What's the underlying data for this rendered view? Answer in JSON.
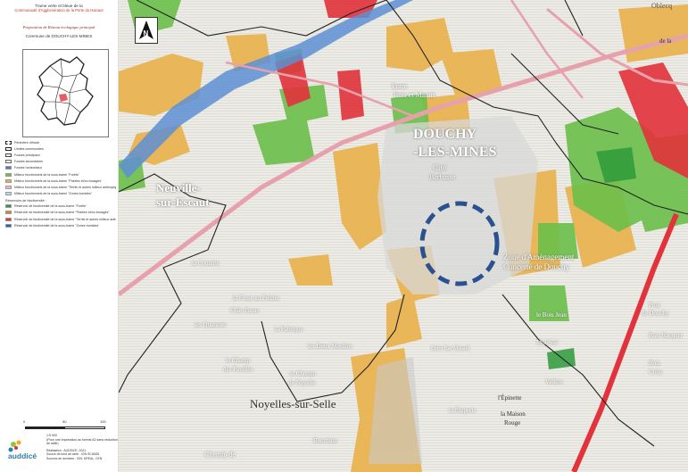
{
  "sidebar": {
    "title_lines": [
      "Trame verte et bleue de la",
      "Communauté d'Agglomération de la Porte du Hainaut"
    ],
    "proposition": "Proposition de Réseau écologique principal",
    "commune": "Commune de DOUCHY-LES-MINES",
    "legend": {
      "items": [
        {
          "label": "Périmètre d'étude",
          "color": "#ffffff",
          "icon": "outline-swatch"
        },
        {
          "label": "Limites communales",
          "color": "#ffffff",
          "icon": "outline-swatch"
        },
        {
          "label": "Fossés principaux",
          "color": "#ffffff",
          "icon": "outline-swatch"
        },
        {
          "label": "Fossés secondaires",
          "color": "#ffffff",
          "icon": "outline-swatch"
        },
        {
          "label": "Fossés horizontaux",
          "color": "#4a7dc9",
          "icon": "water-swatch"
        },
        {
          "label": "Milieux fonctionnels de la sous-trame \"Forêts\"",
          "color": "#6cbf4a",
          "icon": "fill-swatch"
        },
        {
          "label": "Milieux fonctionnels de la sous-trame \"Prairies et/ou bocages\"",
          "color": "#e9b14a",
          "icon": "fill-swatch"
        },
        {
          "label": "Milieux fonctionnels de la sous-trame \"Terrils et autres milieux anthropiques\"",
          "color": "#f4b8c0",
          "icon": "fill-swatch"
        },
        {
          "label": "Milieux fonctionnels de la sous-trame \"Zones humides\"",
          "color": "#b9d7ee",
          "icon": "fill-swatch"
        }
      ],
      "heading": "Réservoirs de biodiversité :",
      "items2": [
        {
          "label": "Réservoir de biodiversité de la sous-trame \"Forêts\"",
          "color": "#2e9a3a",
          "icon": "fill-swatch"
        },
        {
          "label": "Réservoir de biodiversité de la sous-trame \"Prairies et/ou bocages\"",
          "color": "#cf8a1e",
          "icon": "fill-swatch"
        },
        {
          "label": "Réservoir de biodiversité de la sous-trame \"Terrils et autres milieux anthropiques\"",
          "color": "#e2323b",
          "icon": "fill-swatch"
        },
        {
          "label": "Réservoir de biodiversité de la sous-trame \"Zones humides\"",
          "color": "#2664b5",
          "icon": "fill-swatch"
        }
      ]
    },
    "scale": {
      "zero": "0",
      "mid": "50",
      "end": "100",
      "ratio": "1:5 000",
      "note": "(Pour une impression au format A3 sans réduction de taille)"
    },
    "logo": {
      "text": "auddicé",
      "icon": "auddice-logo"
    },
    "credits": [
      "Réalisation : AUDDICE, 2021",
      "Source de fond de carte : IGN SCAN25",
      "Sources de données : IGN, DREAL, CEN"
    ]
  },
  "map": {
    "north_label": "N",
    "top_right_label": "Oblecq",
    "edge_label": "de la",
    "colors": {
      "forest": "#6cbf4a",
      "forest_dark": "#2e9a3a",
      "meadow": "#e9b14a",
      "anthro": "#e2323b",
      "water": "#5d8fd4",
      "road": "#e6a1ac",
      "urban": "#d8d8d8",
      "boundary": "#222222",
      "study_area": "#2c5190"
    },
    "labels": {
      "douchy": "DOUCHY",
      "les_mines": "-LES-MINES",
      "cite": "Cité",
      "barbusse": "Barbusse",
      "neuville": "Neuville-",
      "sur_escaut": "sur-Escaut",
      "bois_marais": "Bois et Marais",
      "entre": "Entre",
      "noyelles": "Noyelles-sur-Selle",
      "zone_amenagement": "Zone d'Aménagement",
      "concerte": "Concerté de Douchy",
      "la_comarie": "la Comarie",
      "la_fosse": "la Fosse au Poirier",
      "chat_dans": "Chât d'anas",
      "la_fabrique": "la Fabrique",
      "les_deux_moulins": "les Deux Moulins",
      "les_quarante": "les Quarante",
      "le_champ": "le Champ",
      "des_pavilles": "des Pavillés",
      "le_chemin": "le Chemin",
      "de_noyelle": "de Noyelle",
      "entre_bas_maisnil": "Entre Bas Maisnil",
      "le_bois_jean": "le Bois Jean",
      "mol_soe": "Mol Soë",
      "valiere": "Valière",
      "lepinette": "l'Épinette",
      "la_maison": "la Maison",
      "rouge": "Rouge",
      "la_riaperie": "la Riaperie",
      "pont_douchy": "Pont",
      "de_douchy": "de Douchy",
      "bois_racquet": "Bois Racquet",
      "bois": "Bois",
      "crete": "Crête",
      "chemin_de": "Chemin de",
      "bouchain": "Bouchain"
    }
  }
}
